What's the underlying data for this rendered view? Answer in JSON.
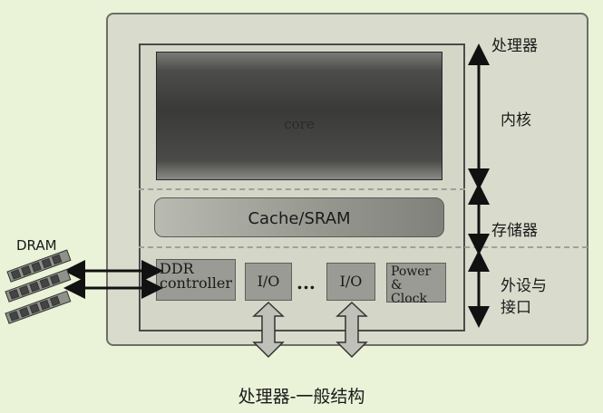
{
  "diagram": {
    "caption": "处理器-一般结构",
    "processor_label": "处理器",
    "core": {
      "label": "core",
      "side_label": "内核"
    },
    "memory": {
      "label": "Cache/SRAM",
      "side_label": "存储器"
    },
    "peripherals": {
      "side_label_line1": "外设与",
      "side_label_line2": "接口",
      "ddr_line1": "DDR",
      "ddr_line2": "controller",
      "io1": "I/O",
      "ellipsis": "...",
      "io2": "I/O",
      "power_line1": "Power",
      "power_line2": "&",
      "power_line3": "Clock"
    },
    "dram_label": "DRAM",
    "colors": {
      "background": "#eaf2d8",
      "outer_box": "#d9dccd",
      "core": "#3a3a39",
      "module": "#9a9b94"
    }
  }
}
